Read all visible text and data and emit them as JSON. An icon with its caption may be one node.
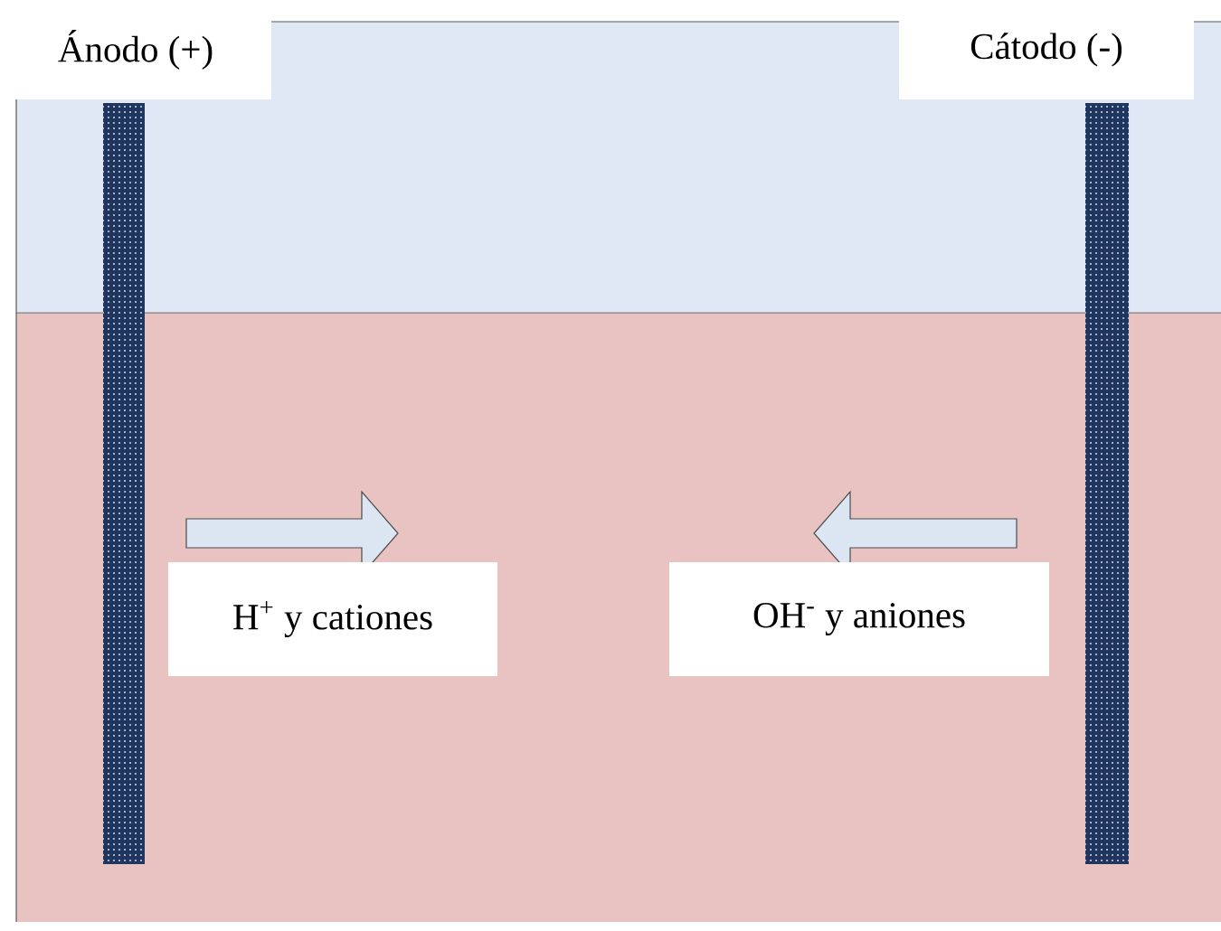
{
  "diagram": {
    "nodes": [
      {
        "text": [
          "Ánodo (+)"
        ]
      },
      {
        "text": [
          "Cátodo (-)"
        ]
      },
      {
        "text": [],
        "shape": "bar"
      },
      {
        "text": [],
        "shape": "bar"
      },
      {
        "text": [
          "H$^{+}$ y cationes"
        ]
      },
      {
        "text": [
          "OH$^{-}$ y aniones"
        ]
      }
    ]
  }
}
